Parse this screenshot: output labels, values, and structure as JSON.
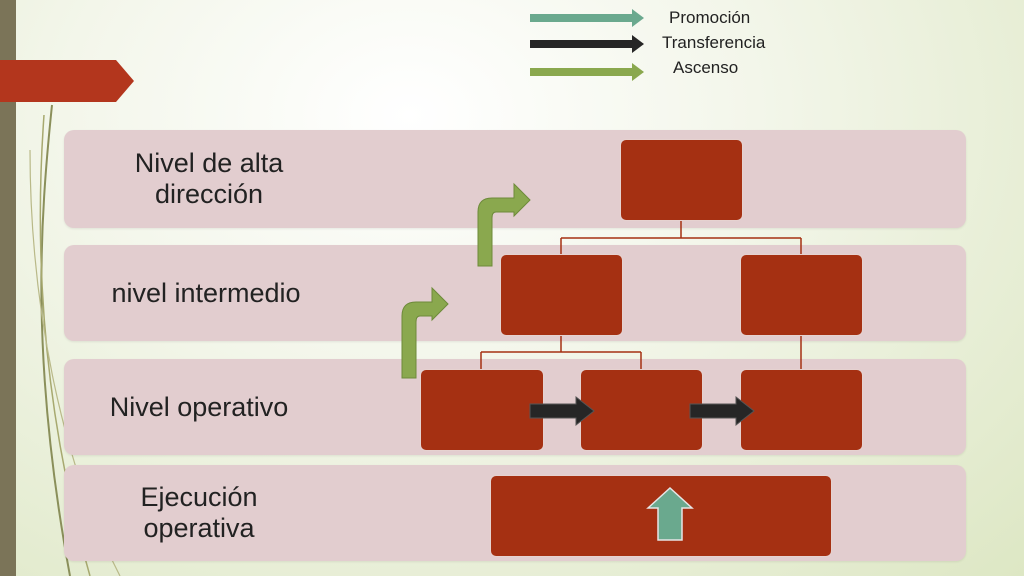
{
  "legend": {
    "items": [
      {
        "label": "Promoción",
        "color": "#6aa98e"
      },
      {
        "label": "Transferencia",
        "color": "#262626"
      },
      {
        "label": "Ascenso",
        "color": "#8aa84e"
      }
    ]
  },
  "levels": [
    {
      "label_lines": [
        "Nivel de alta",
        "dirección"
      ]
    },
    {
      "label_lines": [
        "nivel intermedio"
      ]
    },
    {
      "label_lines": [
        "Nivel operativo"
      ]
    },
    {
      "label_lines": [
        "Ejecución",
        "operativa"
      ]
    }
  ],
  "colors": {
    "band": "#e2cdcf",
    "box": "#a53012",
    "connector": "#a53012",
    "decor_bar": "#7b7458",
    "promocion": "#6aa98e",
    "transferencia": "#262626",
    "ascenso": "#8aa84e"
  }
}
